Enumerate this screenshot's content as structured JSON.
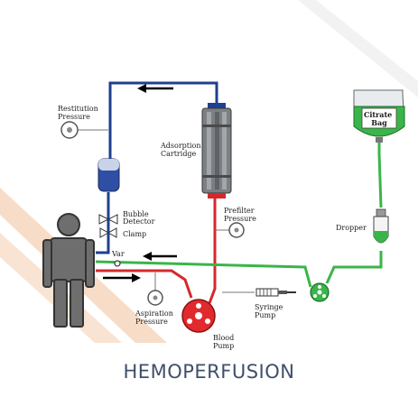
{
  "diagram": {
    "title": "HEMOPERFUSION",
    "labels": {
      "restitution_pressure": [
        "Restitution",
        "Pressure"
      ],
      "adsorption_cartridge": [
        "Adsorption",
        "Cartridge"
      ],
      "prefilter_pressure": [
        "Prefilter",
        "Pressure"
      ],
      "bubble_detector": [
        "Bubble",
        "Detector"
      ],
      "clamp": "Clamp",
      "var": "Var",
      "aspiration_pressure": [
        "Aspiration",
        "Pressure"
      ],
      "blood_pump": [
        "Blood",
        "Pump"
      ],
      "syringe_pump": [
        "Syringe",
        "Pump"
      ],
      "citrate_bag": [
        "Citrate",
        "Bag"
      ],
      "dropper": "Dropper"
    },
    "colors": {
      "venous_line": "#1f3f8f",
      "arterial_line": "#d6282c",
      "citrate_line": "#3ab54a",
      "patient": "#6e6e6e",
      "stripe": "#f6d9c4",
      "caption": "#3f4f6a"
    }
  }
}
